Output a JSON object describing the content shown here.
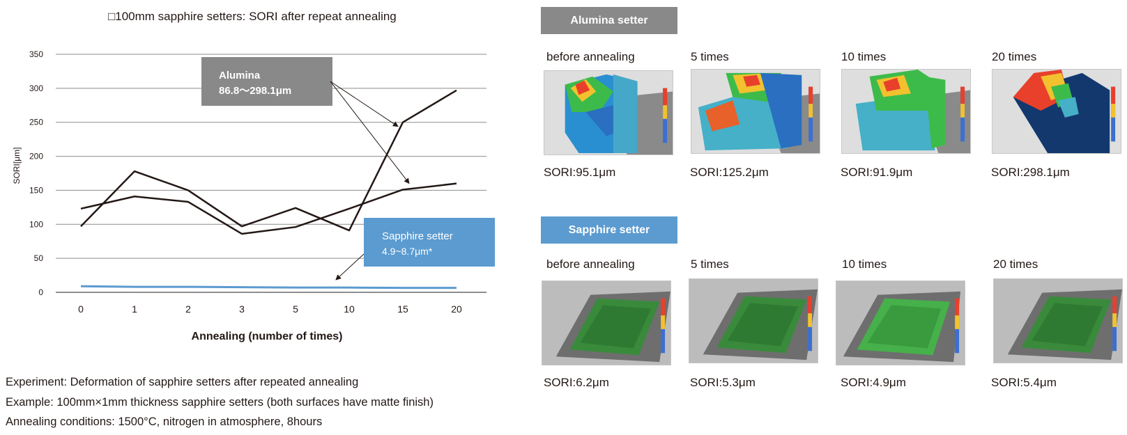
{
  "chart_data": {
    "type": "line",
    "title": "□100mm sapphire setters: SORI after repeat annealing",
    "xlabel": "Annealing (number of times)",
    "ylabel": "SORI[μm]",
    "categories": [
      "0",
      "1",
      "2",
      "3",
      "5",
      "10",
      "15",
      "20"
    ],
    "ylim": [
      0,
      350
    ],
    "yticks": [
      "0",
      "50",
      "100",
      "150",
      "200",
      "250",
      "300",
      "350"
    ],
    "grid": true,
    "series": [
      {
        "values": [
          97,
          178,
          150,
          97,
          124,
          91,
          250,
          297
        ],
        "color": "#231815"
      },
      {
        "values": [
          123,
          141,
          133,
          86,
          96,
          123,
          151,
          160
        ],
        "color": "#231815"
      },
      {
        "values": [
          9,
          8,
          8,
          7.5,
          7,
          7,
          6.5,
          6.5
        ],
        "color": "#5b9bd0"
      }
    ],
    "annotations": [
      {
        "id": "alumina",
        "line1": "Alumina",
        "line2": "86.8～298.1μm",
        "color": "#898989"
      },
      {
        "id": "sapphire",
        "line1": "Sapphire setter",
        "line2": "4.9~8.7μm*",
        "color": "#5b9bd0"
      }
    ]
  },
  "notes": [
    "Experiment: Deformation of sapphire setters after repeated annealing",
    "Example: 100mm×1mm thickness sapphire setters (both surfaces have matte finish)",
    "Annealing conditions: 1500°C, nitrogen in atmosphere, 8hours"
  ],
  "alumina_section": {
    "header": "Alumina setter",
    "color": "#898989",
    "panels": [
      {
        "label": "before annealing",
        "value": "SORI:95.1μm"
      },
      {
        "label": "5 times",
        "value": "SORI:125.2μm"
      },
      {
        "label": "10 times",
        "value": "SORI:91.9μm"
      },
      {
        "label": "20 times",
        "value": "SORI:298.1μm"
      }
    ]
  },
  "sapphire_section": {
    "header": "Sapphire setter",
    "color": "#5b9bd0",
    "panels": [
      {
        "label": "before annealing",
        "value": "SORI:6.2μm"
      },
      {
        "label": "5 times",
        "value": "SORI:5.3μm"
      },
      {
        "label": "10 times",
        "value": "SORI:4.9μm"
      },
      {
        "label": "20 times",
        "value": "SORI:5.4μm"
      }
    ]
  }
}
